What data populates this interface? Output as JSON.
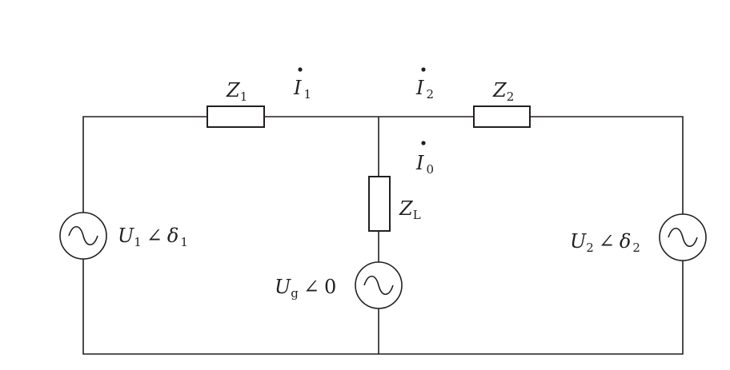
{
  "labels": {
    "z1": {
      "main": "Z",
      "sub": "1"
    },
    "z2": {
      "main": "Z",
      "sub": "2"
    },
    "zl": {
      "main": "Z",
      "sub": "L"
    },
    "i1": {
      "main": "I",
      "sub": "1"
    },
    "i2": {
      "main": "I",
      "sub": "2"
    },
    "i0": {
      "main": "I",
      "sub": "0"
    },
    "u1": {
      "main": "U",
      "sub": "1",
      "angle": "∠",
      "delta": "δ",
      "delta_sub": "1"
    },
    "u2": {
      "main": "U",
      "sub": "2",
      "angle": "∠",
      "delta": "δ",
      "delta_sub": "2"
    },
    "ug": {
      "main": "U",
      "sub": "g",
      "angle": "∠",
      "value": "0"
    }
  },
  "icons": {
    "source_left": "ac-source-icon",
    "source_right": "ac-source-icon",
    "source_middle": "ac-source-icon"
  }
}
